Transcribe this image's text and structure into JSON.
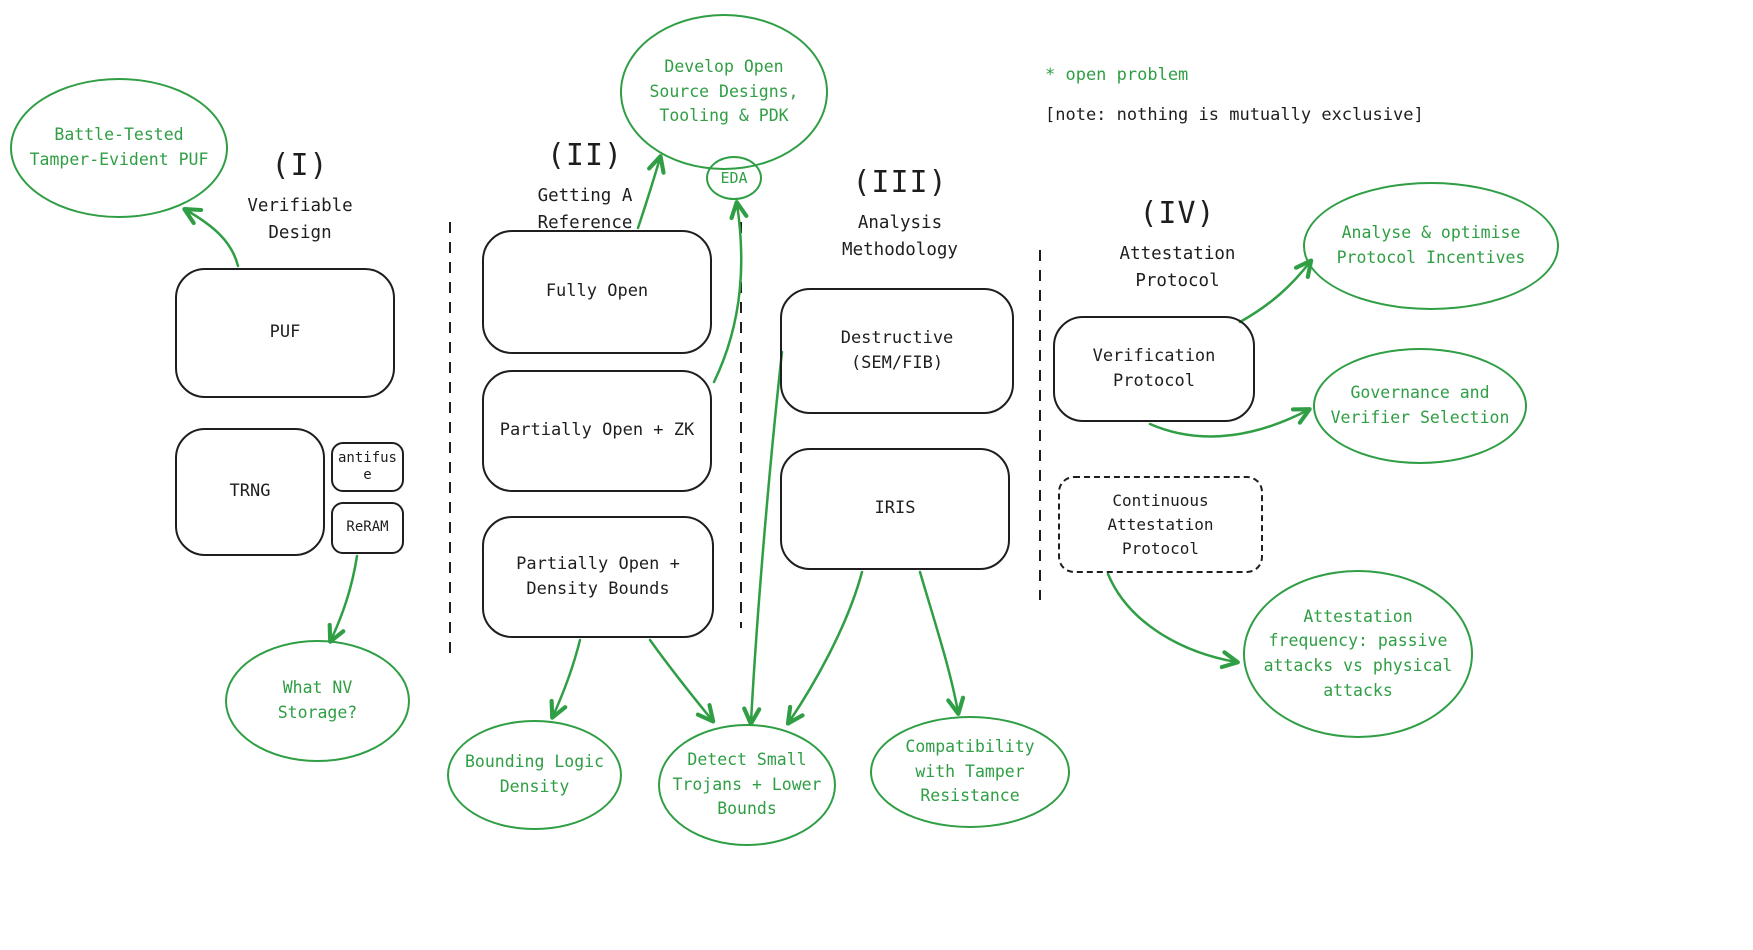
{
  "annotations": {
    "open_problem": "* open problem",
    "note": "[note: nothing is mutually exclusive]"
  },
  "sections": {
    "s1": {
      "numeral": "(I)",
      "title": "Verifiable Design"
    },
    "s2": {
      "numeral": "(II)",
      "title": "Getting A Reference"
    },
    "s3": {
      "numeral": "(III)",
      "title": "Analysis Methodology"
    },
    "s4": {
      "numeral": "(IV)",
      "title": "Attestation Protocol"
    }
  },
  "boxes": {
    "puf": "PUF",
    "trng": "TRNG",
    "antifuse": "antifuse",
    "reram": "ReRAM",
    "fully_open": "Fully Open",
    "partially_open_zk": "Partially Open + ZK",
    "partially_open_density": "Partially Open + Density Bounds",
    "destructive": "Destructive (SEM/FIB)",
    "iris": "IRIS",
    "verification_protocol": "Verification Protocol",
    "continuous_attestation": "Continuous Attestation Protocol"
  },
  "ellipses": {
    "battle_tested": "Battle-Tested Tamper-Evident PUF",
    "develop_open_source": "Develop Open Source Designs, Tooling & PDK",
    "eda": "EDA",
    "what_nv_storage": "What NV Storage?",
    "bounding_logic_density": "Bounding Logic Density",
    "detect_small_trojans": "Detect Small Trojans + Lower Bounds",
    "compatibility_tamper": "Compatibility with Tamper Resistance",
    "analyse_optimise": "Analyse & optimise Protocol Incentives",
    "governance_verifier": "Governance and Verifier Selection",
    "attestation_frequency": "Attestation frequency: passive attacks vs physical attacks"
  },
  "colors": {
    "green": "#2f9e44",
    "ink": "#1e1e1e"
  }
}
